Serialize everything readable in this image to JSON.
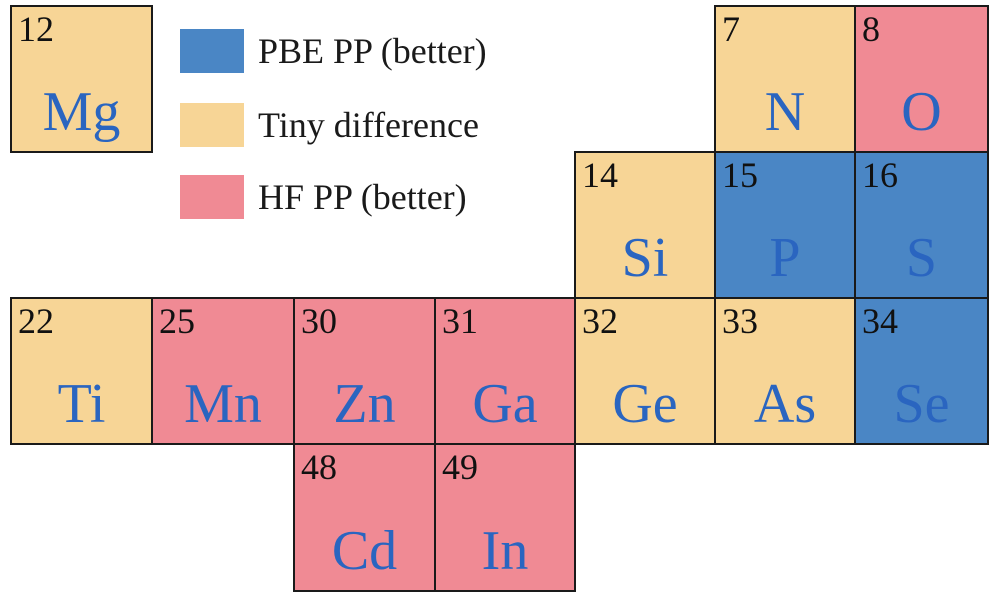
{
  "colors": {
    "pbe": "#4a86c5",
    "tiny": "#f7d596",
    "hf": "#f08a94",
    "symbol_text": "#2a65c0"
  },
  "legend": [
    {
      "key": "pbe",
      "label": "PBE PP (better)"
    },
    {
      "key": "tiny",
      "label": "Tiny difference"
    },
    {
      "key": "hf",
      "label": "HF PP (better)"
    }
  ],
  "elements": [
    {
      "number": "12",
      "symbol": "Mg",
      "category": "tiny"
    },
    {
      "number": "7",
      "symbol": "N",
      "category": "tiny"
    },
    {
      "number": "8",
      "symbol": "O",
      "category": "hf"
    },
    {
      "number": "14",
      "symbol": "Si",
      "category": "tiny"
    },
    {
      "number": "15",
      "symbol": "P",
      "category": "pbe"
    },
    {
      "number": "16",
      "symbol": "S",
      "category": "pbe"
    },
    {
      "number": "22",
      "symbol": "Ti",
      "category": "tiny"
    },
    {
      "number": "25",
      "symbol": "Mn",
      "category": "hf"
    },
    {
      "number": "30",
      "symbol": "Zn",
      "category": "hf"
    },
    {
      "number": "31",
      "symbol": "Ga",
      "category": "hf"
    },
    {
      "number": "32",
      "symbol": "Ge",
      "category": "tiny"
    },
    {
      "number": "33",
      "symbol": "As",
      "category": "tiny"
    },
    {
      "number": "34",
      "symbol": "Se",
      "category": "pbe"
    },
    {
      "number": "48",
      "symbol": "Cd",
      "category": "hf"
    },
    {
      "number": "49",
      "symbol": "In",
      "category": "hf"
    }
  ]
}
